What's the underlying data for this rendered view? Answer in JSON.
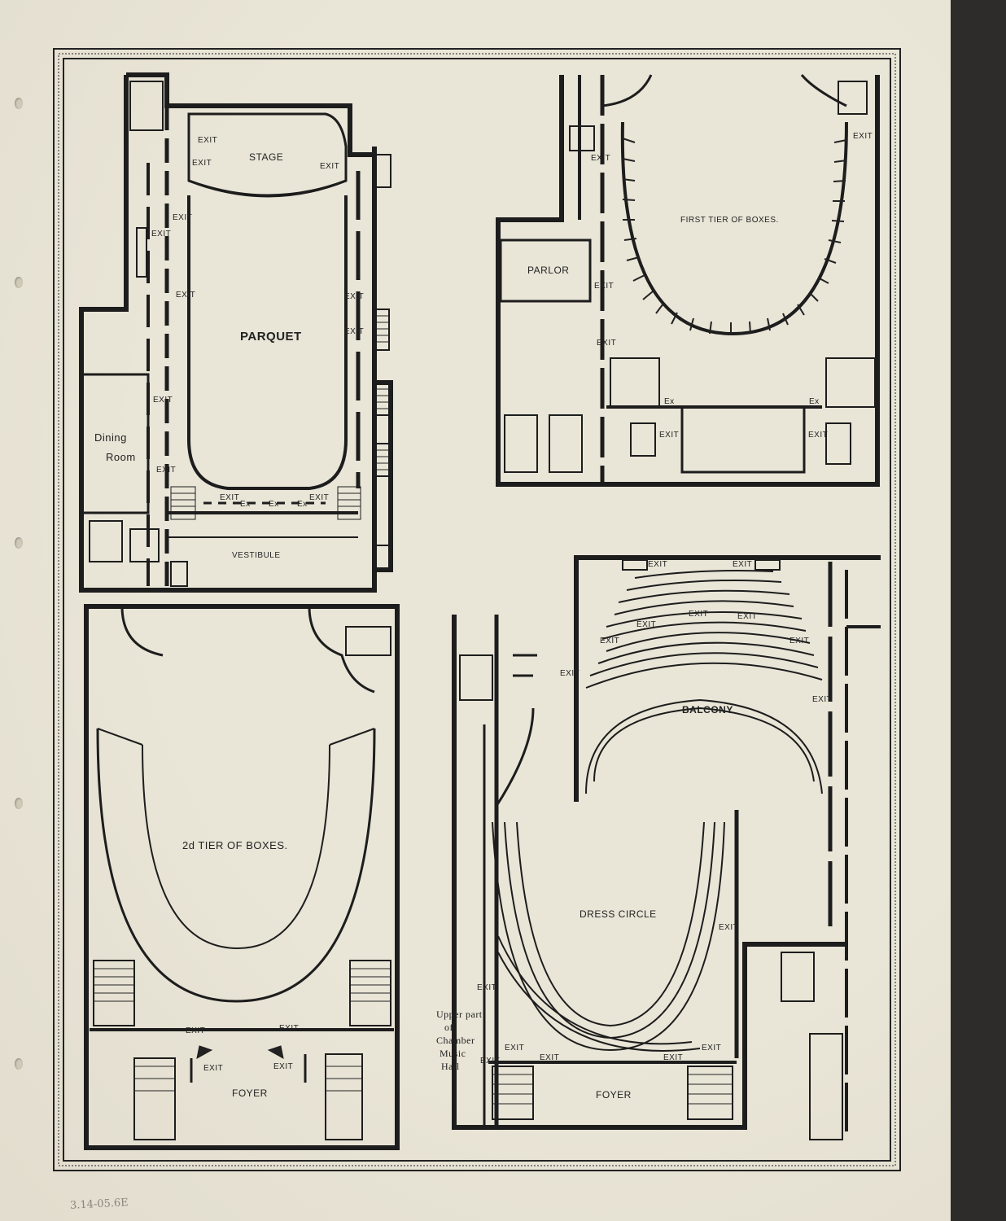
{
  "plans": {
    "parquet": {
      "stage": "STAGE",
      "title": "PARQUET",
      "dining": [
        "Dining",
        "Room"
      ],
      "vestibule": "VESTIBULE",
      "exit": "EXIT",
      "ex": "Ex"
    },
    "first_tier": {
      "title": "FIRST TIER OF BOXES.",
      "parlor": "PARLOR",
      "exit": "EXIT",
      "ex": "Ex"
    },
    "second_tier": {
      "title": "2d TIER OF BOXES.",
      "foyer": "FOYER",
      "exit": "EXIT"
    },
    "balcony": {
      "title": "BALCONY",
      "exit": "EXIT"
    },
    "dress_circle": {
      "title": "DRESS CIRCLE",
      "foyer": "FOYER",
      "exit": "EXIT",
      "chamber": [
        "Upper part",
        "of",
        "Chamber",
        "Music",
        "Hall"
      ]
    }
  },
  "archive_note": "3.14-05.6E"
}
